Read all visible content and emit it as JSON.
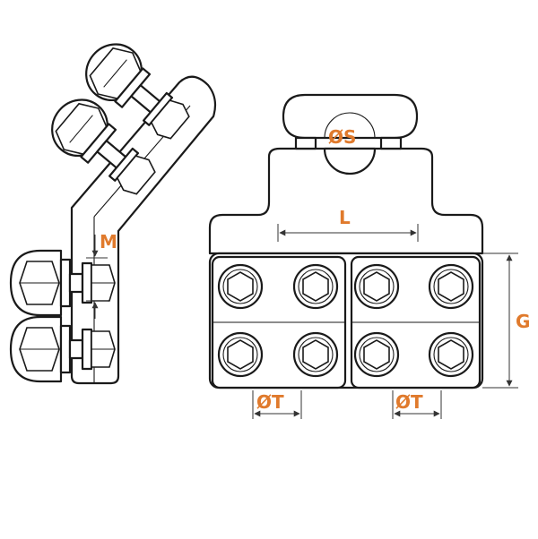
{
  "labels": {
    "M": "M",
    "S": "ØS",
    "L": "L",
    "G": "G",
    "T_left": "ØT",
    "T_right": "ØT"
  },
  "colors": {
    "label": "#e07a2c",
    "line": "#1a1a1a",
    "background": "#ffffff"
  }
}
